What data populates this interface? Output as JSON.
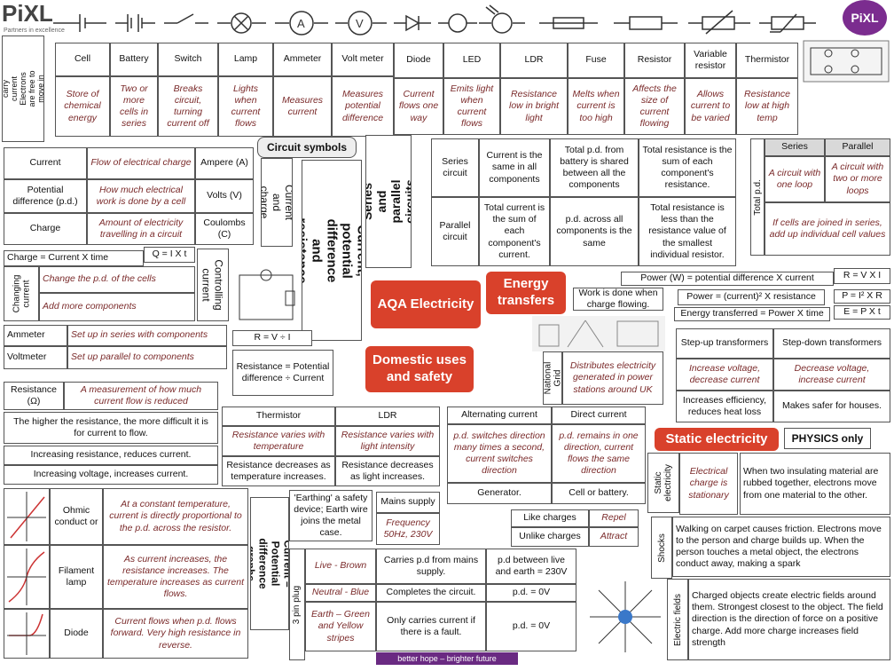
{
  "logo": {
    "text": "PiXL",
    "tag": "Partners in excellence"
  },
  "side_note": "Electrons carry current Electrons are free to move in metal.",
  "components": [
    {
      "name": "Cell",
      "desc": "Store of chemical energy"
    },
    {
      "name": "Battery",
      "desc": "Two or more cells in series"
    },
    {
      "name": "Switch",
      "desc": "Breaks circuit, turning current off"
    },
    {
      "name": "Lamp",
      "desc": "Lights when current flows"
    },
    {
      "name": "Ammeter",
      "desc": "Measures current"
    },
    {
      "name": "Volt meter",
      "desc": "Measures potential difference"
    },
    {
      "name": "Diode",
      "desc": "Current flows one way"
    },
    {
      "name": "LED",
      "desc": "Emits light when current flows"
    },
    {
      "name": "LDR",
      "desc": "Resistance low in bright light"
    },
    {
      "name": "Fuse",
      "desc": "Melts when current is too high"
    },
    {
      "name": "Resistor",
      "desc": "Affects the size of current flowing"
    },
    {
      "name": "Variable resistor",
      "desc": "Allows current to be varied"
    },
    {
      "name": "Thermistor",
      "desc": "Resistance low at high temp"
    }
  ],
  "circuit_symbols": "Circuit symbols",
  "quantities": [
    {
      "name": "Current",
      "desc": "Flow of electrical charge",
      "unit": "Ampere (A)"
    },
    {
      "name": "Potential difference (p.d.)",
      "desc": "How much electrical work is done by a cell",
      "unit": "Volts (V)"
    },
    {
      "name": "Charge",
      "desc": "Amount of electricity travelling in a circuit",
      "unit": "Coulombs (C)"
    }
  ],
  "charge_eq": "Charge = Current X time",
  "q_eq": "Q = I X t",
  "current_charge": "Current and charge",
  "changing_current": "Changing current",
  "change_pd": "Change the p.d. of the cells",
  "add_components": "Add more components",
  "controlling_current": "Controlling current",
  "ammeter": "Ammeter",
  "ammeter_desc": "Set up in series with components",
  "voltmeter": "Voltmeter",
  "voltmeter_desc": "Set up parallel to components",
  "resistance": "Resistance (Ω)",
  "resistance_desc": "A measurement of how much current flow is reduced",
  "r_eq": "R = V ÷ I",
  "r_def": "Resistance = Potential difference ÷ Current",
  "higher_r": "The higher the resistance, the more difficult it is for current to flow.",
  "inc_r": "Increasing resistance, reduces current.",
  "inc_v": "Increasing voltage, increases current.",
  "cpdr": "Current, potential difference and resistance",
  "graphs": [
    {
      "name": "Ohmic conduct or",
      "desc": "At a constant temperature, current is directly proportional to the p.d. across the resistor."
    },
    {
      "name": "Filament lamp",
      "desc": "As current increases, the resistance increases. The temperature increases as current flows."
    },
    {
      "name": "Diode",
      "desc": "Current flows when p.d. flows forward. Very high resistance in reverse."
    }
  ],
  "cpd_graphs": "Current – Potential difference graphs",
  "thermistor": "Thermistor",
  "ldr": "LDR",
  "therm_a": "Resistance varies with temperature",
  "ldr_a": "Resistance varies with light intensity",
  "therm_b": "Resistance decreases as temperature increases.",
  "ldr_b": "Resistance decreases as light increases.",
  "earthing": "'Earthing' a safety device; Earth wire joins the metal case.",
  "mains": "Mains supply",
  "mains_freq": "Frequency 50Hz, 230V",
  "plug": "3 pin plug",
  "wires": [
    {
      "name": "Live - Brown",
      "a": "Carries p.d from mains supply.",
      "b": "p.d between live and earth = 230V"
    },
    {
      "name": "Neutral - Blue",
      "a": "Completes the circuit.",
      "b": "p.d. = 0V"
    },
    {
      "name": "Earth – Green and Yellow stripes",
      "a": "Only carries current if there is a fault.",
      "b": "p.d. = 0V"
    }
  ],
  "footer": "better hope – brighter future",
  "series_parallel": "Series and parallel circuits",
  "series": {
    "name": "Series circuit",
    "a": "Current is the same in all components",
    "b": "Total p.d. from battery is shared between all the components",
    "c": "Total resistance is the sum of each component's resistance."
  },
  "parallel": {
    "name": "Parallel circuit",
    "a": "Total current is the sum of each component's current.",
    "b": "p.d. across all components is the same",
    "c": "Total resistance is less than the resistance value of the smallest individual resistor."
  },
  "aqa": "AQA Electricity",
  "energy": "Energy transfers",
  "domestic": "Domestic uses and safety",
  "sp_table": {
    "total": "Total p.d.",
    "series": "Series",
    "parallel": "Parallel",
    "s1": "A circuit with one loop",
    "p1": "A circuit with two or more loops",
    "note": "If cells are joined in series, add up individual cell values"
  },
  "power_rows": [
    {
      "a": "Power (W) = potential difference X current",
      "b": "R = V X I"
    },
    {
      "a": "Power = (current)² X resistance",
      "b": "P = I² X R"
    },
    {
      "a": "Energy transferred = Power X time",
      "b": "E = P X t"
    }
  ],
  "work_done": "Work is done when charge flowing.",
  "grid": "National Grid",
  "grid_desc": "Distributes electricity generated in power stations around UK",
  "transformers": {
    "up": "Step-up transformers",
    "down": "Step-down transformers",
    "up1": "Increase voltage, decrease current",
    "down1": "Decrease voltage, increase current",
    "up2": "Increases efficiency, reduces heat loss",
    "down2": "Makes safer for houses."
  },
  "ac": "Alternating current",
  "dc": "Direct current",
  "ac_desc": "p.d. switches direction many times a second, current switches direction",
  "dc_desc": "p.d. remains in one direction, current flows the same direction",
  "generator": "Generator.",
  "cell_battery": "Cell or battery.",
  "static_title": "Static electricity",
  "physics_only": "PHYSICS only",
  "static_label": "Static electricity",
  "static_desc": "Electrical charge is stationary",
  "static_text": "When two insulating material are rubbed together, electrons move from one material to the other.",
  "like": "Like charges",
  "repel": "Repel",
  "unlike": "Unlike charges",
  "attract": "Attract",
  "shocks": "Shocks",
  "shocks_text": "Walking on carpet causes friction. Electrons move to the person and charge builds up. When the person touches a metal object, the electrons conduct away, making a spark",
  "fields": "Electric fields",
  "fields_text": "Charged objects create electric fields around them. Strongest closest to the object. The field direction is the direction of force on a positive charge. Add more charge increases field strength"
}
